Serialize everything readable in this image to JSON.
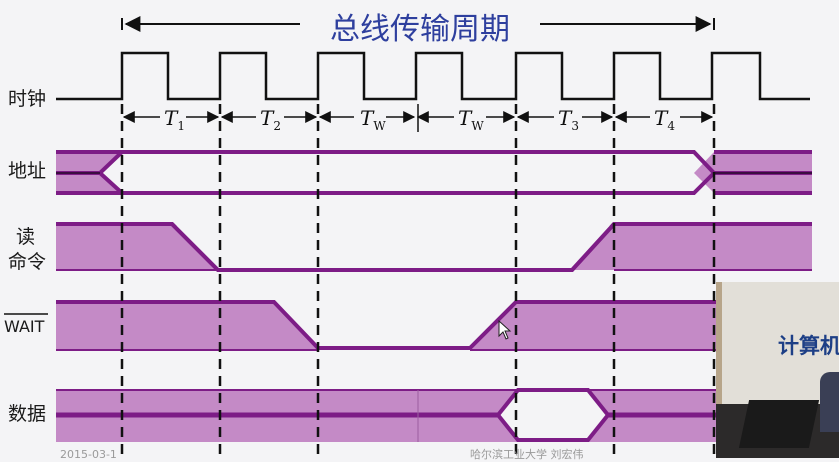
{
  "title": "总线传输周期",
  "signals": {
    "clock": "时钟",
    "address": "地址",
    "read_cmd_line1": "读",
    "read_cmd_line2": "命令",
    "wait": "WAIT",
    "data": "数据"
  },
  "periods": [
    {
      "main": "T",
      "sub": "1"
    },
    {
      "main": "T",
      "sub": "2"
    },
    {
      "main": "T",
      "sub": "W"
    },
    {
      "main": "T",
      "sub": "W"
    },
    {
      "main": "T",
      "sub": "3"
    },
    {
      "main": "T",
      "sub": "4"
    }
  ],
  "footer": {
    "date": "2015-03-1",
    "institution": "哈尔滨工业大学 刘宏伟"
  },
  "video_banner": "计算机",
  "colors": {
    "signal_fill": "#c48ac6",
    "signal_line": "#7d1c86",
    "title": "#2e3f9e"
  }
}
